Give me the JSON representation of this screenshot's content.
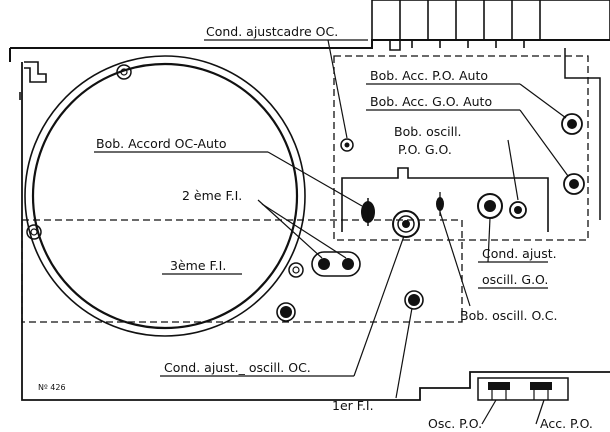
{
  "figure_number": "Nº 426",
  "labels": {
    "cond_ajust_cadre_oc": "Cond. ajustcadre OC.",
    "bob_acc_po_auto": "Bob. Acc. P.O. Auto",
    "bob_acc_go_auto": "Bob. Acc. G.O. Auto",
    "bob_oscill_line1": "Bob. oscill.",
    "bob_oscill_line2": "P.O. G.O.",
    "bob_accord_oc_auto": "Bob. Accord OC-Auto",
    "deuxieme_fi": "2 ème F.I.",
    "troisieme_fi": "3ème F.I.",
    "cond_ajust_oscill_go_line1": "Cond. ajust.",
    "cond_ajust_oscill_go_line2": "oscill. G.O.",
    "bob_oscill_oc": "Bob. oscill. O.C.",
    "cond_ajust_oscill_oc": "Cond. ajust._ oscill. OC.",
    "premier_fi": "1er F.I.",
    "osc_po": "Osc. P.O.",
    "acc_po": "Acc. P.O."
  }
}
